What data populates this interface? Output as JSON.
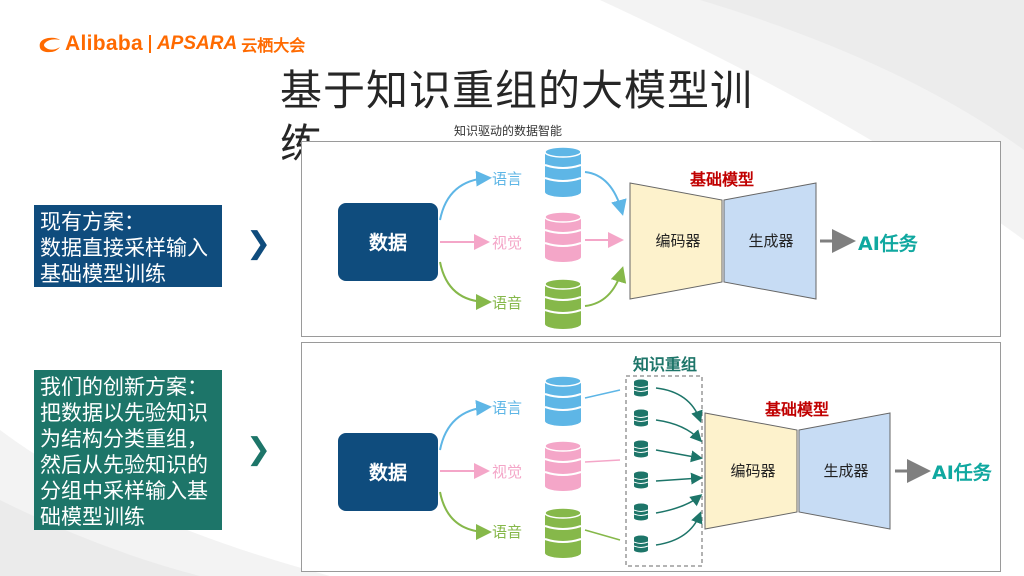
{
  "header": {
    "logo_alibaba": "Alibaba",
    "logo_apsara": "APSARA",
    "logo_event": "云栖大会",
    "title": "基于知识重组的大模型训练",
    "subtitle": "知识驱动的数据智能"
  },
  "top_panel": {
    "side_label": "现有方案：\n数据直接采样输入基础模型训练",
    "data_label": "数据",
    "modalities": [
      "语言",
      "视觉",
      "语音"
    ],
    "model_label": "基础模型",
    "encoder": "编码器",
    "generator": "生成器",
    "task": "AI任务"
  },
  "bottom_panel": {
    "side_label": "我们的创新方案：把数据以先验知识为结构分类重组，然后从先验知识的分组中采样输入基础模型训练",
    "data_label": "数据",
    "modalities": [
      "语言",
      "视觉",
      "语音"
    ],
    "regroup_label": "知识重组",
    "model_label": "基础模型",
    "encoder": "编码器",
    "generator": "生成器",
    "task": "AI任务"
  },
  "colors": {
    "brand": "#ff6a00",
    "navy": "#0f4c7d",
    "teal": "#1d7569",
    "language": "#5eb6e6",
    "vision": "#f4a6c8",
    "audio": "#86b84a",
    "task": "#10a8a0",
    "model_label": "#c00000"
  }
}
